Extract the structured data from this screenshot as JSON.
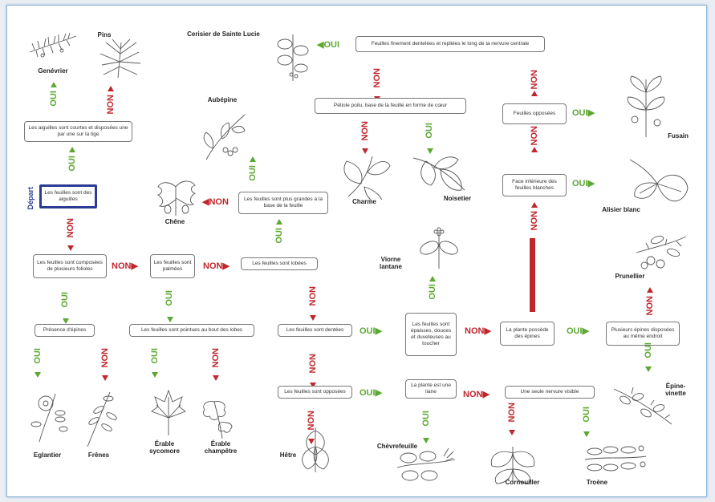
{
  "colors": {
    "oui": "#5ca832",
    "non": "#c0272d",
    "start_border": "#2a3b94",
    "frame": "#8cb8d8"
  },
  "answers": {
    "oui": "OUI",
    "non": "NON"
  },
  "start_label": "Départ",
  "questions": {
    "q1": "Les feuilles sont des aiguilles",
    "q2": "Les aiguilles sont courtes et disposées une par une sur la tige",
    "q3": "Les feuilles sont composées de plusieurs folioles",
    "q4": "Présence d'épines",
    "q5": "Les feuilles sont palmées",
    "q6": "Les feuilles sont pointues au bout des lobes",
    "q7": "Les feuilles sont lobées",
    "q8": "Les feuilles sont plus grandes à la base de la feuille",
    "q9": "Les feuilles sont dentées",
    "q10": "Les feuilles sont opposées",
    "q11": "La plante est une liane",
    "q12": "Une seule nervure visible",
    "q13": "Les feuilles sont épaisses, douces et duveteuses au toucher",
    "q14": "La plante possède des épines",
    "q15": "Plusieurs épines disposées au même endroit",
    "q16": "Face inférieure des feuilles blanches",
    "q17": "Feuilles opposées",
    "q18": "Feuilles finement dentelées et repliées le long de la nervure centrale",
    "q19": "Pétiole poilu, base de la feuille en forme de cœur"
  },
  "species": {
    "genevrier": "Genévrier",
    "pins": "Pins",
    "cerisier": "Cerisier de Sainte Lucie",
    "aubepine": "Aubépine",
    "chene": "Chêne",
    "charme": "Charme",
    "noisetier": "Noisetier",
    "viorne": "Viorne lantane",
    "fusain": "Fusain",
    "alisier": "Alisier blanc",
    "prunellier": "Prunellier",
    "epine": "Épine-vinette",
    "eglantier": "Eglantier",
    "frenes": "Frênes",
    "erable_syc": "Érable sycomore",
    "erable_ch": "Érable champêtre",
    "hetre": "Hêtre",
    "chevrefeuille": "Chèvrefeuille",
    "cornouiller": "Cornouiller",
    "troene": "Troène"
  }
}
